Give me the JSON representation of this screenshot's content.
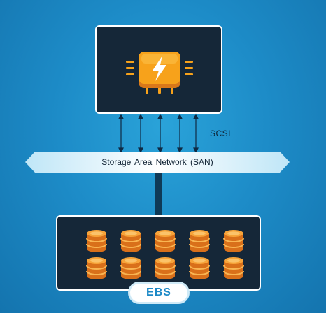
{
  "protocol_label": "SCSI",
  "network": {
    "label": "Storage  Area Network (SAN)"
  },
  "storage": {
    "label": "EBS",
    "disks": [
      {
        "icon": "disk-icon"
      },
      {
        "icon": "disk-icon"
      },
      {
        "icon": "disk-icon"
      },
      {
        "icon": "disk-icon"
      },
      {
        "icon": "disk-icon"
      },
      {
        "icon": "disk-icon"
      },
      {
        "icon": "disk-icon"
      },
      {
        "icon": "disk-icon"
      },
      {
        "icon": "disk-icon"
      },
      {
        "icon": "disk-icon"
      }
    ]
  },
  "server": {
    "icon": "processor-chip-icon"
  },
  "colors": {
    "background": "#1d8cc8",
    "box_fill": "#152738",
    "chip_orange": "#f7a21b",
    "disk_orange": "#f28a1e",
    "ebs_text": "#1b88c6"
  }
}
